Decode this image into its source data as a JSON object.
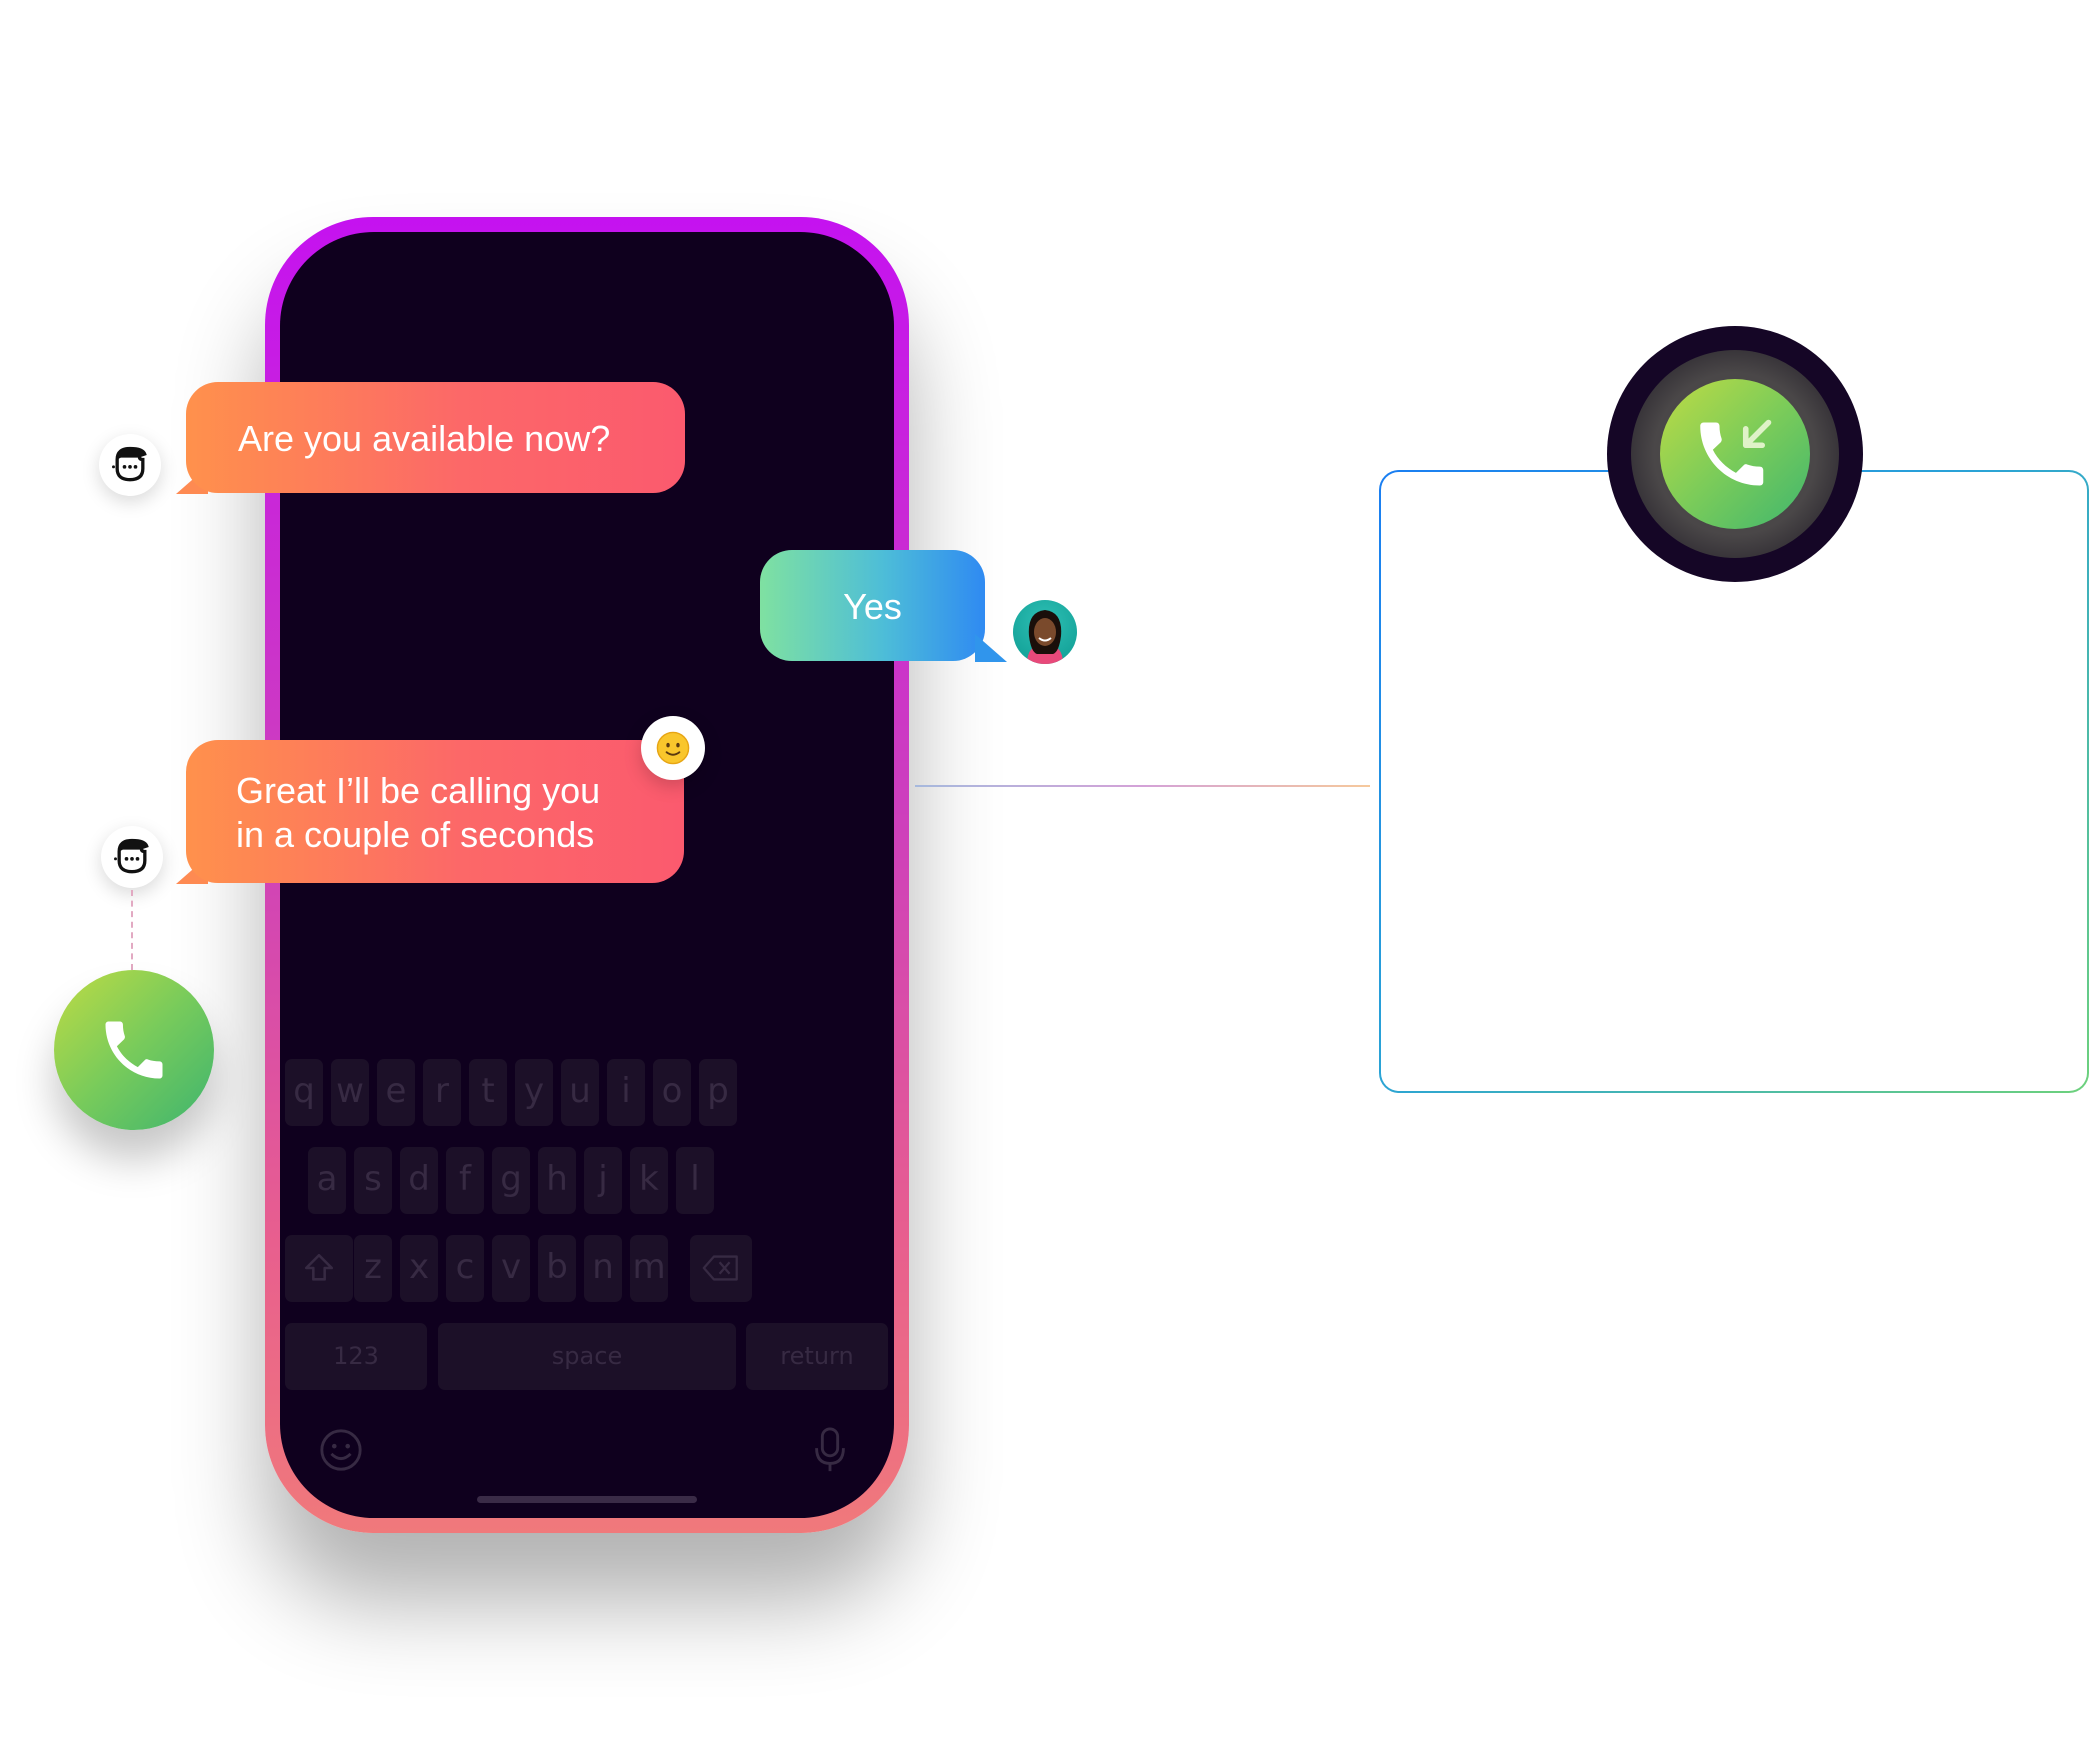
{
  "messages": [
    {
      "sender": "agent",
      "text": "Are you available now?"
    },
    {
      "sender": "user",
      "text": "Yes"
    },
    {
      "sender": "agent",
      "lines": [
        "Great I’ll be calling you",
        "in a couple of seconds"
      ],
      "reaction": "slightly-smiling-face"
    }
  ],
  "keyboard": {
    "row1": [
      "q",
      "w",
      "e",
      "r",
      "t",
      "y",
      "u",
      "i",
      "o",
      "p"
    ],
    "row2": [
      "a",
      "s",
      "d",
      "f",
      "g",
      "h",
      "j",
      "k",
      "l"
    ],
    "row3": [
      "z",
      "x",
      "c",
      "v",
      "b",
      "n",
      "m"
    ],
    "numbers_label": "123",
    "space_label": "space",
    "return_label": "return"
  },
  "icons": {
    "agent_avatar": "bot-face-icon",
    "user_avatar": "user-photo",
    "call_button": "phone-icon",
    "incoming_call": "incoming-call-icon",
    "shift": "shift-icon",
    "delete": "backspace-icon",
    "emoji": "emoji-icon",
    "dictation": "microphone-icon"
  },
  "colors": {
    "phone_frame_top": "#c512f0",
    "phone_frame_bottom": "#f0797b",
    "screen": "#0f001e",
    "agent_bubble": "#ff914c",
    "user_bubble": "#2f8af2",
    "call_green": "#3db46f"
  }
}
